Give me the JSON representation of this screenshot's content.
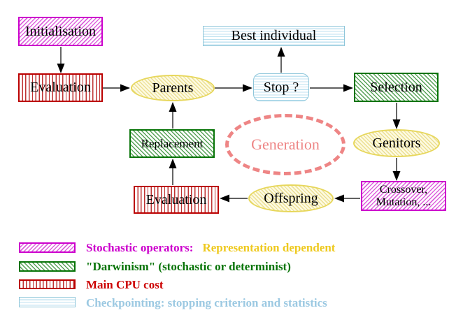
{
  "nodes": {
    "initialisation": "Initialisation",
    "evaluation_top": "Evaluation",
    "parents": "Parents",
    "best_individual": "Best individual",
    "stop": "Stop ?",
    "selection": "Selection",
    "replacement": "Replacement",
    "generation": "Generation",
    "genitors": "Genitors",
    "evaluation_bottom": "Evaluation",
    "offspring": "Offspring",
    "crossover_line1": "Crossover,",
    "crossover_line2": "Mutation, ..."
  },
  "legend": {
    "stochastic_label": "Stochastic operators:",
    "stochastic_extra": "Representation dependent",
    "darwinism_label": "\"Darwinism\" (stochastic or determinist)",
    "cpu_label": "Main CPU cost",
    "checkpoint_label": "Checkpointing: stopping criterion and statistics"
  },
  "colors": {
    "magenta": "#cc00cc",
    "magenta_hatch": "#dd63dd",
    "green": "#067306",
    "green_hatch": "#57a257",
    "red": "#cc0000",
    "red_stripe": "#bf3434",
    "cyan_border": "#8ec6da",
    "cyan_stripe": "#bfe2f0",
    "cyan_text": "#9cc9e2",
    "yellow_border": "#e7d75c",
    "yellow_text": "#eec91e",
    "salmon": "#ee8585",
    "arrow": "#000000"
  }
}
